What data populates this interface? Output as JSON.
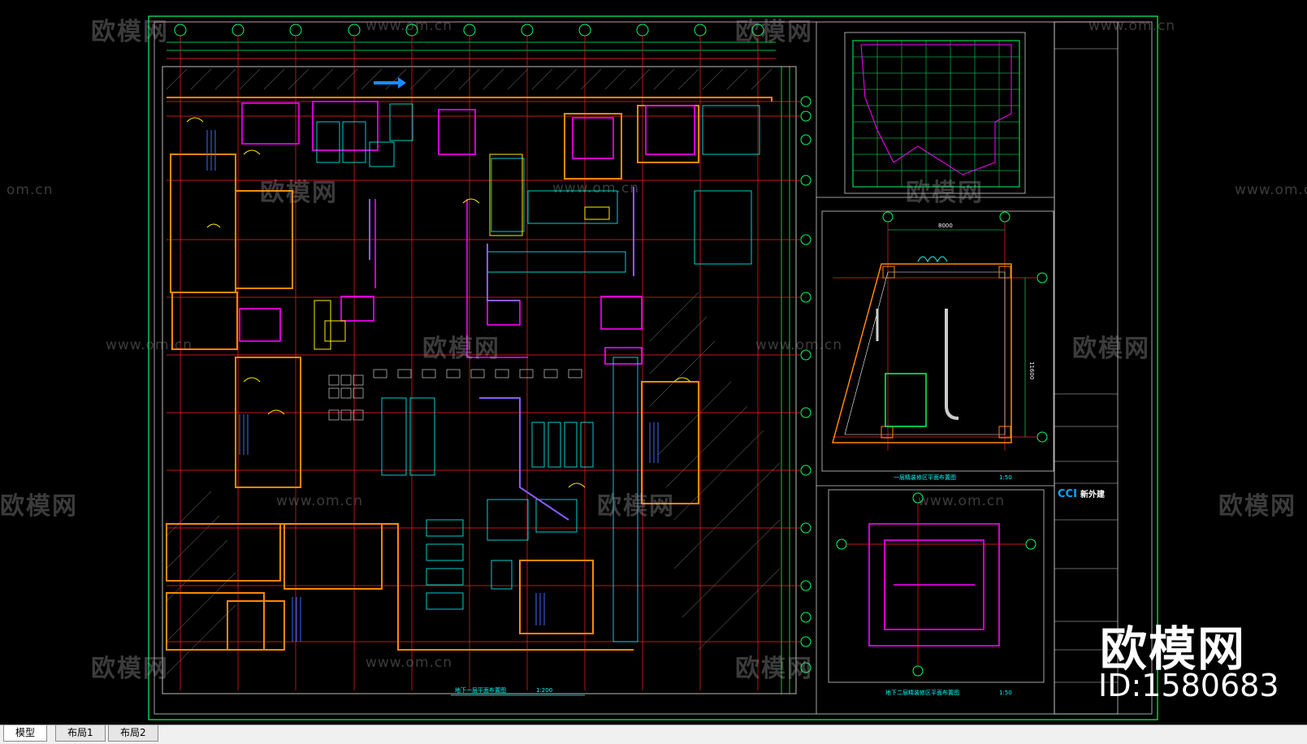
{
  "drawing": {
    "main_plan_title": "地下一层平面布置图",
    "main_plan_scale": "1:200",
    "detail_plan_title": "一层精装修区平面布置图",
    "detail_plan_scale": "1:50",
    "section_title": "地下二层精装修区平面布置图",
    "section_scale": "1:50",
    "dim_width": "8000",
    "dim_height": "11600"
  },
  "title_block": {
    "company_logo": "CCI",
    "company_name": "新外建"
  },
  "watermarks": {
    "logo_text": "欧模网",
    "logo_text_partial": "欧模网",
    "url": "www.om.cn",
    "url_partial": "om.cn"
  },
  "branding": {
    "name": "欧模网",
    "asset_id": "ID:1580683"
  },
  "tabs": [
    {
      "label": "模型"
    },
    {
      "label": "布局1"
    },
    {
      "label": "布局2"
    }
  ],
  "colors": {
    "background": "#000000",
    "grid_red": "#ff2020",
    "frame_green": "#00ff66",
    "wall_orange": "#ff8800",
    "room_magenta": "#ff00ff",
    "text_cyan": "#00ffff",
    "yellow": "#ffee00"
  }
}
